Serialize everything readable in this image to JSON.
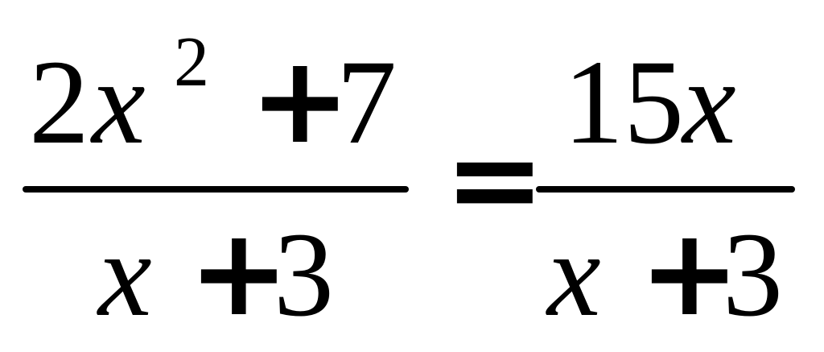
{
  "equation": {
    "left": {
      "numerator": {
        "coef": "2",
        "var": "x",
        "exponent": "2",
        "plus": "+",
        "const": "7"
      },
      "denominator": {
        "var": "x",
        "plus": "+",
        "const": "3"
      }
    },
    "equals": "=",
    "right": {
      "numerator": {
        "coef": "15",
        "var": "x"
      },
      "denominator": {
        "var": "x",
        "plus": "+",
        "const": "3"
      }
    }
  }
}
